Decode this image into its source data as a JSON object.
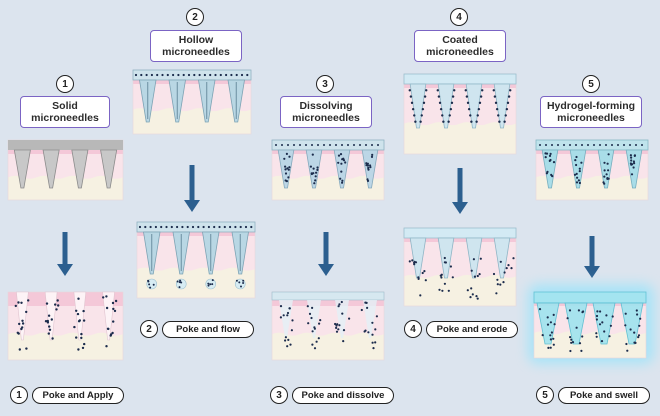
{
  "colors": {
    "background": "#dce4ee",
    "title_border": "#7b64c4",
    "arrow": "#2c5f8f",
    "skin_top": "#f4c8d8",
    "skin_body": "#f9e4ea",
    "skin_bottom": "#f6f1e2",
    "needle_solid": "#c8c8c8",
    "needle_hollow": "#b9d7e4",
    "needle_dissolving": "#bcd6e6",
    "needle_coated": "#cfe5ef",
    "needle_hydrogel": "#a9dde8",
    "drug_dot": "#1c2c4c",
    "swell_glow": "#7fe3ff"
  },
  "panels": [
    {
      "number": "1",
      "title": "Solid\nmicroneedles",
      "step_number": "1",
      "step_label": "Poke and Apply",
      "needle": "solid"
    },
    {
      "number": "2",
      "title": "Hollow\nmicroneedles",
      "step_number": "2",
      "step_label": "Poke and flow",
      "needle": "hollow"
    },
    {
      "number": "3",
      "title": "Dissolving\nmicroneedles",
      "step_number": "3",
      "step_label": "Poke and dissolve",
      "needle": "dissolving"
    },
    {
      "number": "4",
      "title": "Coated\nmicroneedles",
      "step_number": "4",
      "step_label": "Poke and erode",
      "needle": "coated"
    },
    {
      "number": "5",
      "title": "Hydrogel-forming\nmicroneedles",
      "step_number": "5",
      "step_label": "Poke and swell",
      "needle": "hydrogel"
    }
  ]
}
